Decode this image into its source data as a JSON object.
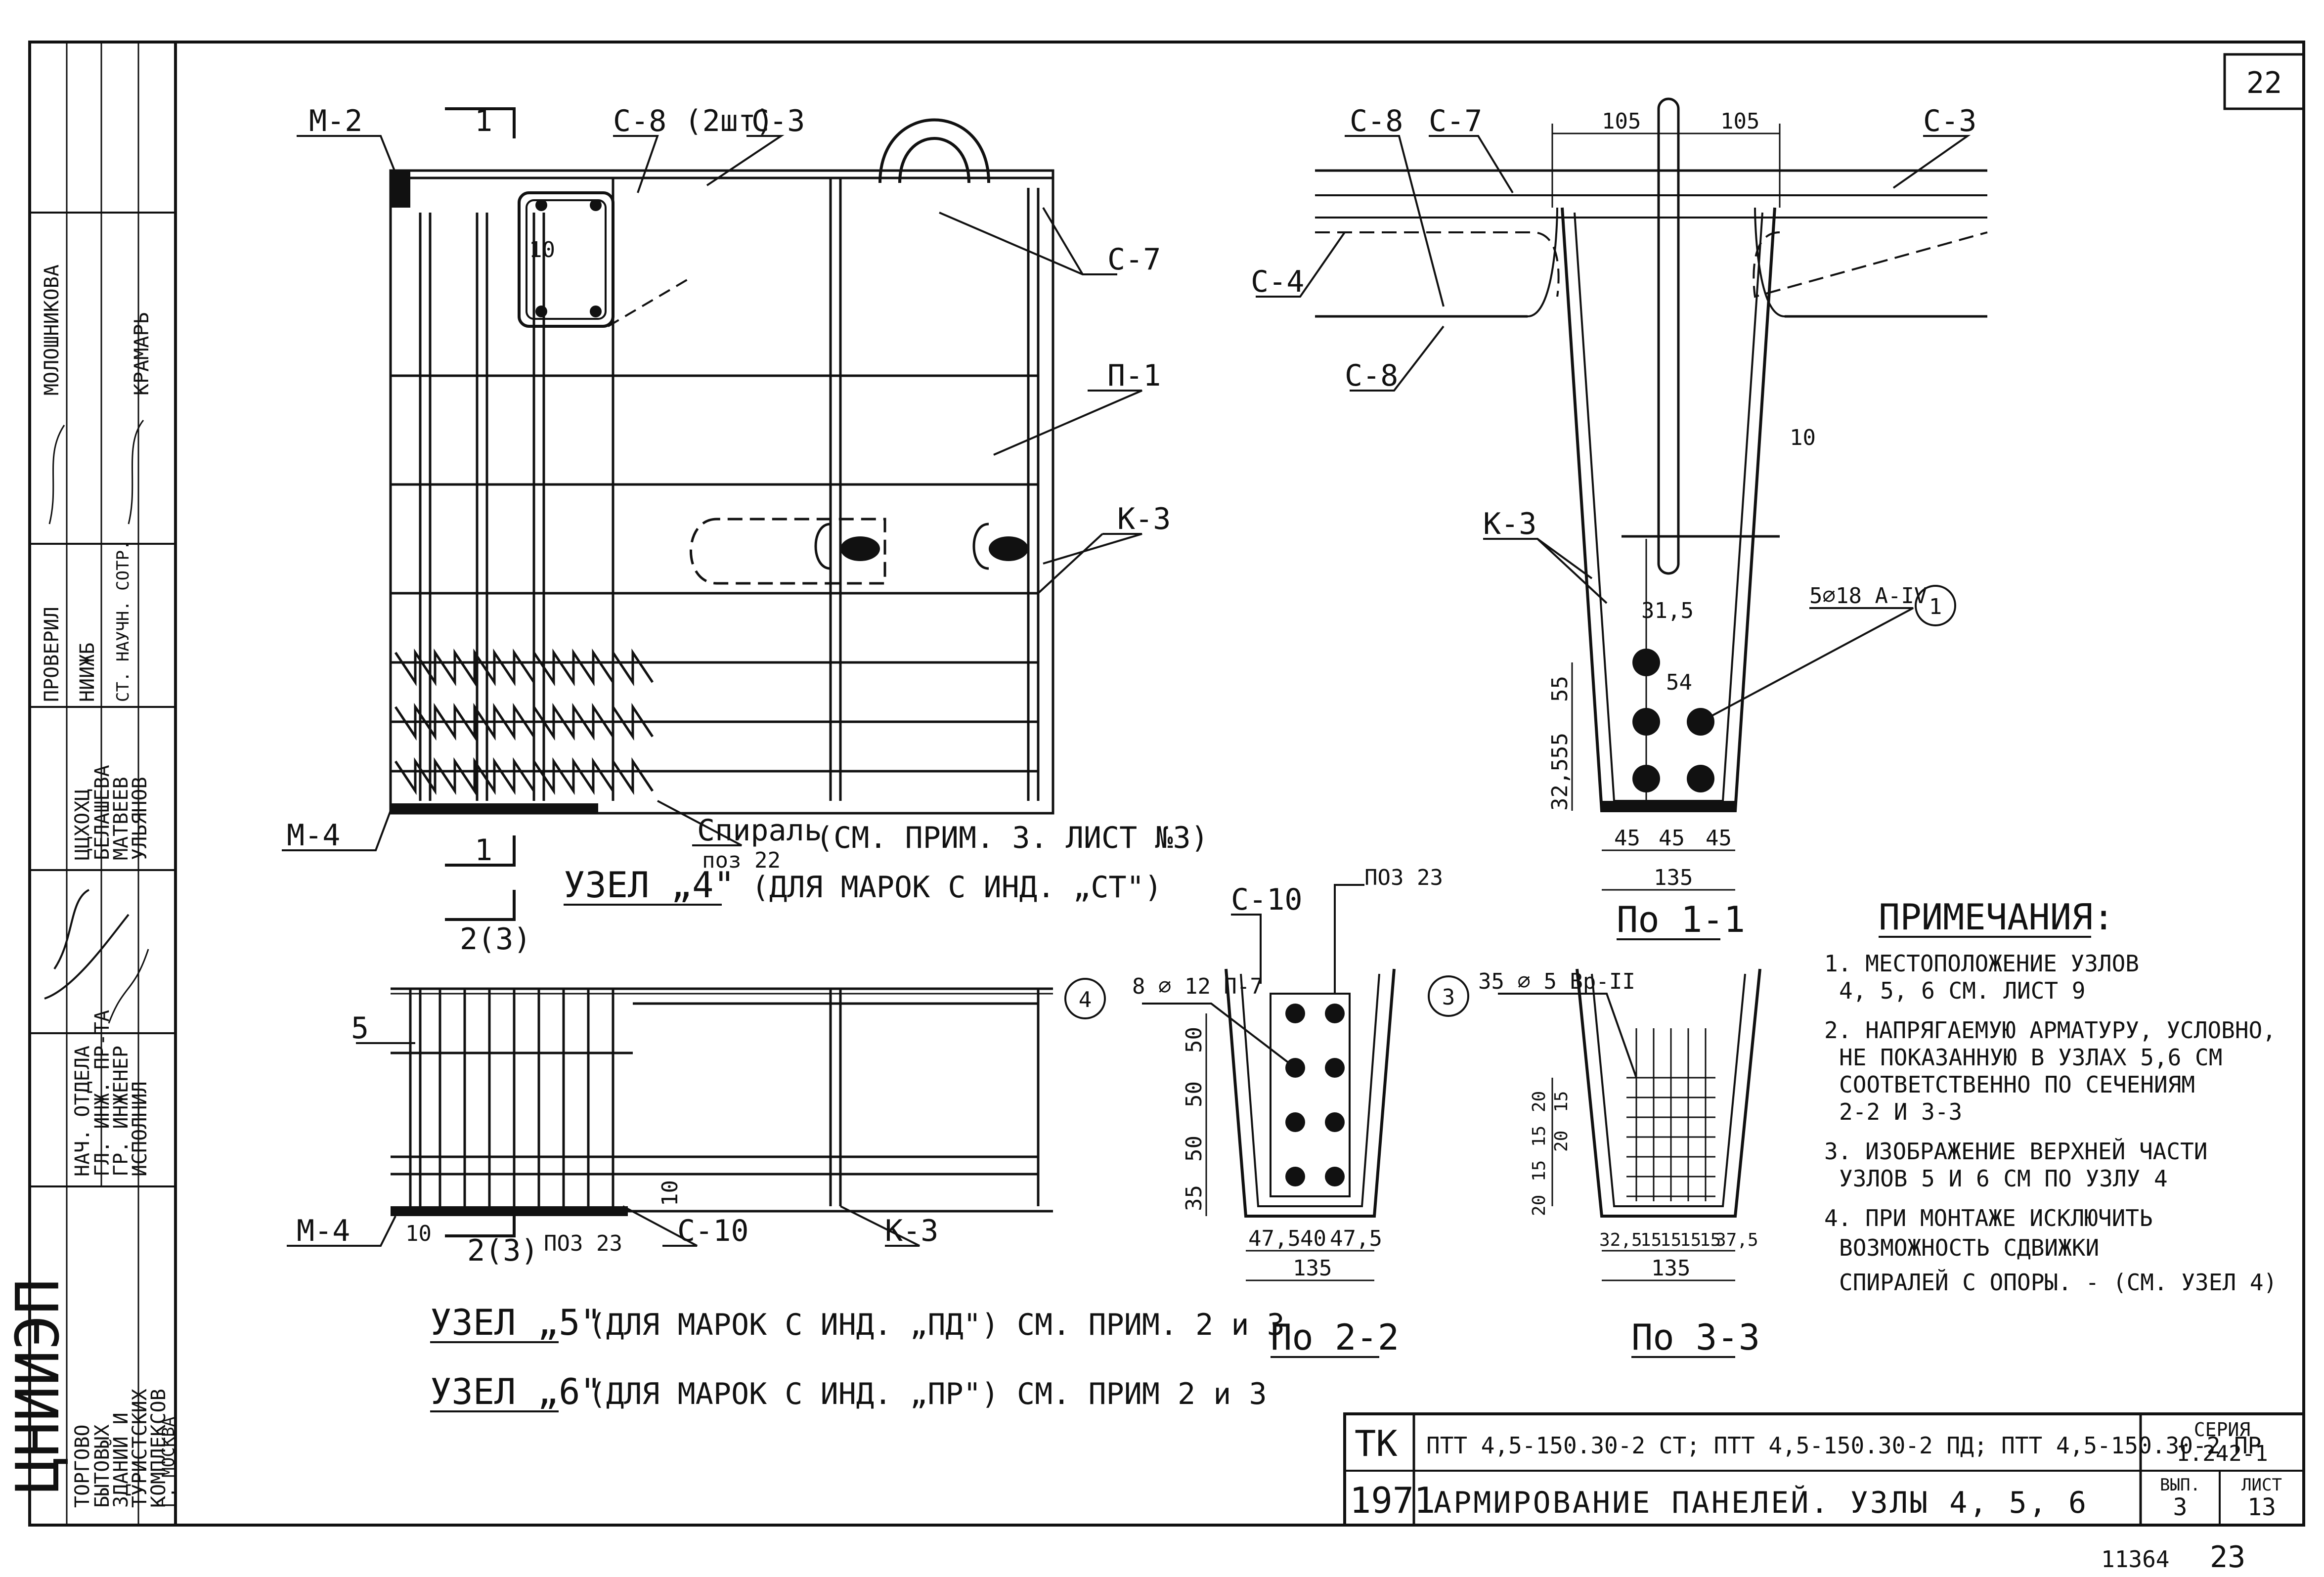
{
  "sheet": {
    "number": "22"
  },
  "side_table": {
    "org": [
      "ЦНИИЭП",
      "ТОРГОВО",
      "БЫТОВЫХ",
      "ЗДАНИЙ И",
      "ТУРИСТСКИХ",
      "КОМПЛЕКСОВ",
      "Г. МОСКВА"
    ],
    "roles": [
      "НАЧ. ОТДЕЛА",
      "ГЛ. ИНЖ. ПР-ТА",
      "ГР. ИНЖЕНЕР",
      "ИСПОЛНИЛ"
    ],
    "names": [
      "ЦЦХОХЦ",
      "БЕЛАШЕВА",
      "МАТВЕЕВ",
      "УЛЬЯНОВ"
    ],
    "checked": "ПРОВЕРИЛ",
    "institute": "НИИЖБ",
    "sr": "СТ. НАУЧН. СОТР.",
    "names2": [
      "МОЛОШНИКОВА",
      "КРАМАРЬ"
    ]
  },
  "node4": {
    "title": "УЗЕЛ „4\"",
    "subtitle": "(ДЛЯ МАРОК С ИНД. „СТ\")",
    "labels": {
      "m2": "М-2",
      "c8": "С-8 (2шт)",
      "c3": "С-3",
      "c7": "С-7",
      "p1": "П-1",
      "k3": "К-3",
      "m4": "М-4",
      "spiral": "Спираль",
      "pos22": "поз 22",
      "note": "(СМ. ПРИМ. 3. ЛИСТ №3)",
      "d10": "10",
      "s1": "1"
    }
  },
  "section11": {
    "title": "По 1-1",
    "labels": {
      "c8": "С-8",
      "c7": "С-7",
      "c3": "С-3",
      "c4": "С-4",
      "k3": "К-3",
      "rebar": "5⌀18 А-IV",
      "d105a": "105",
      "d105b": "105",
      "d10": "10",
      "d31": "31,5",
      "d54": "54",
      "d55a": "55",
      "d55b": "55",
      "d32": "32,5",
      "d45a": "45",
      "d45b": "45",
      "d45c": "45",
      "d135": "135",
      "ref": "1"
    }
  },
  "node56": {
    "label_23": "2(3)",
    "labels": {
      "d5": "5",
      "m4": "М-4",
      "d10a": "10",
      "sec": "2(3)",
      "pos23": "ПОЗ 23",
      "c10": "С-10",
      "k3": "К-3",
      "d10b": "10"
    },
    "title5": "УЗЕЛ „5\"",
    "sub5": "(ДЛЯ МАРОК С ИНД. „ПД\") СМ. ПРИМ. 2 и 3",
    "title6": "УЗЕЛ „6\"",
    "sub6": "(ДЛЯ МАРОК С ИНД. „ПР\") СМ. ПРИМ 2 и 3"
  },
  "section22": {
    "title": "По 2-2",
    "labels": {
      "c10": "С-10",
      "pos23": "ПОЗ 23",
      "rebar": "8 ⌀ 12 П-7",
      "ref": "4",
      "d50a": "50",
      "d50b": "50",
      "d50c": "50",
      "d35": "35",
      "d475a": "47,5",
      "d40": "40",
      "d475b": "47,5",
      "d135": "135"
    }
  },
  "section33": {
    "title": "По 3-3",
    "labels": {
      "rebar": "35 ⌀ 5 Вр-II",
      "ref": "3",
      "d20a": "20",
      "d15a": "15",
      "d15b": "15",
      "d20b": "20",
      "d15c": "15",
      "d20c": "20",
      "w325": "32,5",
      "w15a": "15",
      "w15b": "15",
      "w15c": "15",
      "w15d": "15",
      "w375": "37,5",
      "d135": "135"
    }
  },
  "notes": {
    "title": "ПРИМЕЧАНИЯ:",
    "items": [
      "1. МЕСТОПОЛОЖЕНИЕ УЗЛОВ",
      "4, 5, 6  СМ. ЛИСТ 9",
      "2. НАПРЯГАЕМУЮ АРМАТУРУ, УСЛОВНО,",
      "НЕ ПОКАЗАННУЮ В УЗЛАХ 5,6 СМ",
      "СООТВЕТСТВЕННО ПО СЕЧЕНИЯМ",
      "2-2  И  3-3",
      "3. ИЗОБРАЖЕНИЕ ВЕРХНЕЙ ЧАСТИ",
      "УЗЛОВ 5 И 6  СМ ПО УЗЛУ 4",
      "4. ПРИ МОНТАЖЕ ИСКЛЮЧИТЬ",
      "ВОЗМОЖНОСТЬ СДВИЖКИ",
      "СПИРАЛЕЙ С ОПОРЫ. - (СМ. УЗЕЛ 4)"
    ]
  },
  "titleblock": {
    "tk": "ТК",
    "year": "1971",
    "marks": "ПТТ 4,5-150.30-2 СТ; ПТТ 4,5-150.30-2 ПД; ПТТ 4,5-150.30-2 ПР",
    "title": "АРМИРОВАНИЕ ПАНЕЛЕЙ. УЗЛЫ 4, 5, 6",
    "series_label": "СЕРИЯ",
    "series": "1.242-1",
    "issue_label": "ВЫП.",
    "issue": "3",
    "sheet_label": "ЛИСТ",
    "sheet": "13"
  },
  "footer": {
    "code": "11364",
    "page": "23"
  }
}
